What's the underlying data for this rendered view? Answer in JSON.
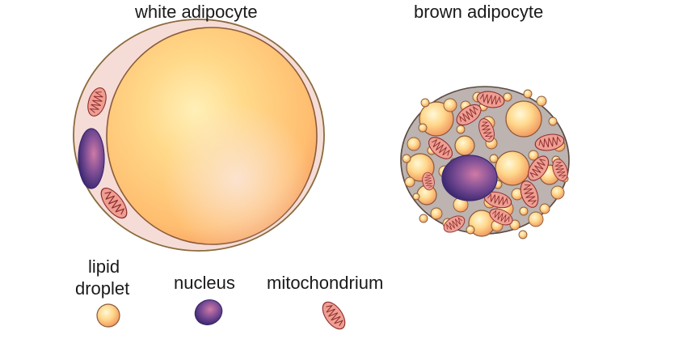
{
  "titles": {
    "white": "white adipocyte",
    "brown": "brown adipocyte"
  },
  "legend": {
    "lipid_line1": "lipid",
    "lipid_line2": "droplet",
    "nucleus": "nucleus",
    "mitochondrion": "mitochondrium"
  },
  "colors": {
    "lipid_light": "#fff3c0",
    "lipid_mid": "#ffc870",
    "lipid_dark": "#f39a63",
    "cytoplasm_white": "#f6dcd6",
    "cytoplasm_brown": "#bdb3b0",
    "membrane": "#8a6a3c",
    "nucleus_light": "#c56fa3",
    "nucleus_dark": "#3f2a72",
    "mito_fill": "#ec9a90",
    "mito_line": "#8f2b2e"
  }
}
